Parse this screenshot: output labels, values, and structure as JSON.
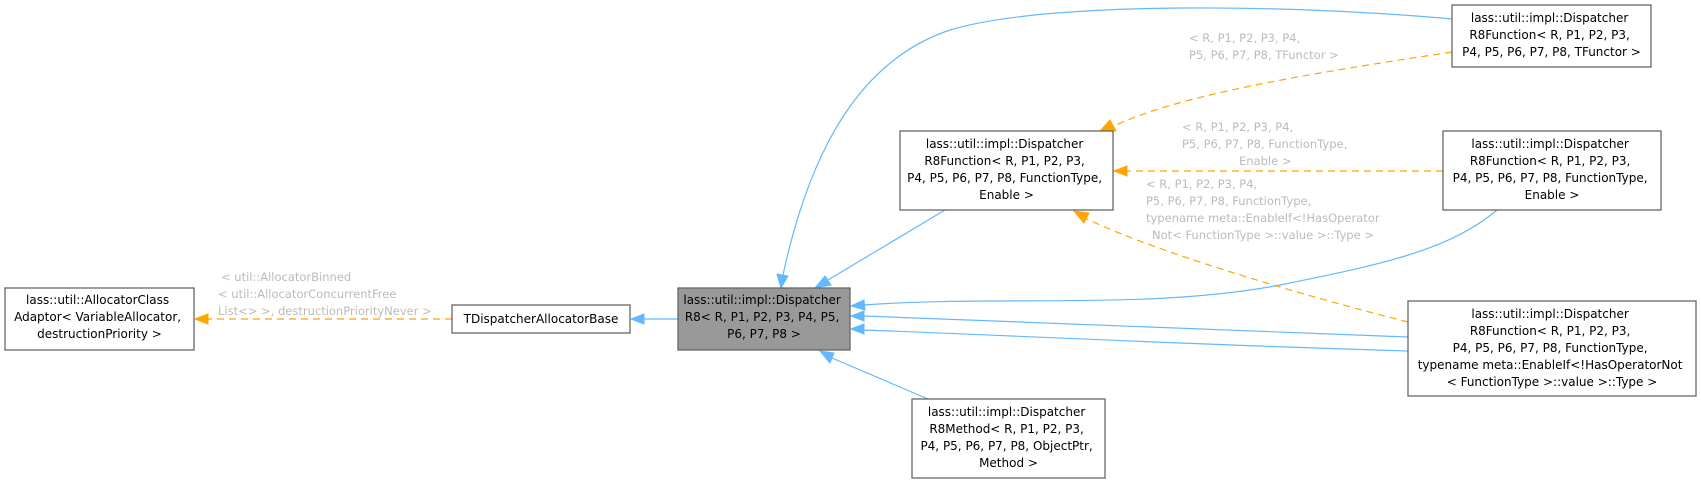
{
  "diagram": {
    "title": "Inheritance diagram for lass::util::impl::DispatcherR8< R, P1, P2, P3, P4, P5, P6, P7, P8 >",
    "colors": {
      "focus_fill": "#999999",
      "node_border": "#666666",
      "inheritance_edge": "#63b8ff",
      "template_edge": "#ffa500",
      "edge_label": "#bbbbbb"
    },
    "nodes": [
      {
        "id": "allocator-class-adaptor",
        "lines": [
          "lass::util::AllocatorClass",
          "Adaptor< VariableAllocator,",
          "destructionPriority >"
        ]
      },
      {
        "id": "tdispatcher-allocator-base",
        "lines": [
          "TDispatcherAllocatorBase"
        ]
      },
      {
        "id": "dispatcher-r8",
        "lines": [
          "lass::util::impl::Dispatcher",
          "R8< R, P1, P2, P3, P4, P5,",
          "P6, P7, P8 >"
        ],
        "focus": true
      },
      {
        "id": "dispatcher-r8function-enable-center",
        "lines": [
          "lass::util::impl::Dispatcher",
          "R8Function< R, P1, P2, P3,",
          "P4, P5, P6, P7, P8, FunctionType,",
          "Enable >"
        ]
      },
      {
        "id": "dispatcher-r8method",
        "lines": [
          "lass::util::impl::Dispatcher",
          "R8Method< R, P1, P2, P3,",
          "P4, P5, P6, P7, P8, ObjectPtr,",
          "Method >"
        ]
      },
      {
        "id": "dispatcher-r8function-tfunctor",
        "lines": [
          "lass::util::impl::Dispatcher",
          "R8Function< R, P1, P2, P3,",
          "P4, P5, P6, P7, P8, TFunctor >"
        ]
      },
      {
        "id": "dispatcher-r8function-enable-right",
        "lines": [
          "lass::util::impl::Dispatcher",
          "R8Function< R, P1, P2, P3,",
          "P4, P5, P6, P7, P8, FunctionType,",
          "Enable >"
        ]
      },
      {
        "id": "dispatcher-r8function-enableif",
        "lines": [
          "lass::util::impl::Dispatcher",
          "R8Function< R, P1, P2, P3,",
          "P4, P5, P6, P7, P8, FunctionType,",
          "typename meta::EnableIf<!HasOperatorNot",
          "< FunctionType >::value >::Type >"
        ]
      }
    ],
    "edge_labels": {
      "allocator": [
        "< util::AllocatorBinned",
        "< util::AllocatorConcurrentFree",
        "List<> >, destructionPriorityNever >"
      ],
      "tfunctor": [
        "< R, P1, P2, P3, P4,",
        "P5, P6, P7, P8, TFunctor >"
      ],
      "enable": [
        "< R, P1, P2, P3, P4,",
        "P5, P6, P7, P8, FunctionType,",
        "Enable >"
      ],
      "enableif": [
        "< R, P1, P2, P3, P4,",
        "P5, P6, P7, P8, FunctionType,",
        "typename meta::EnableIf<!HasOperator",
        "Not< FunctionType >::value >::Type >"
      ]
    }
  }
}
